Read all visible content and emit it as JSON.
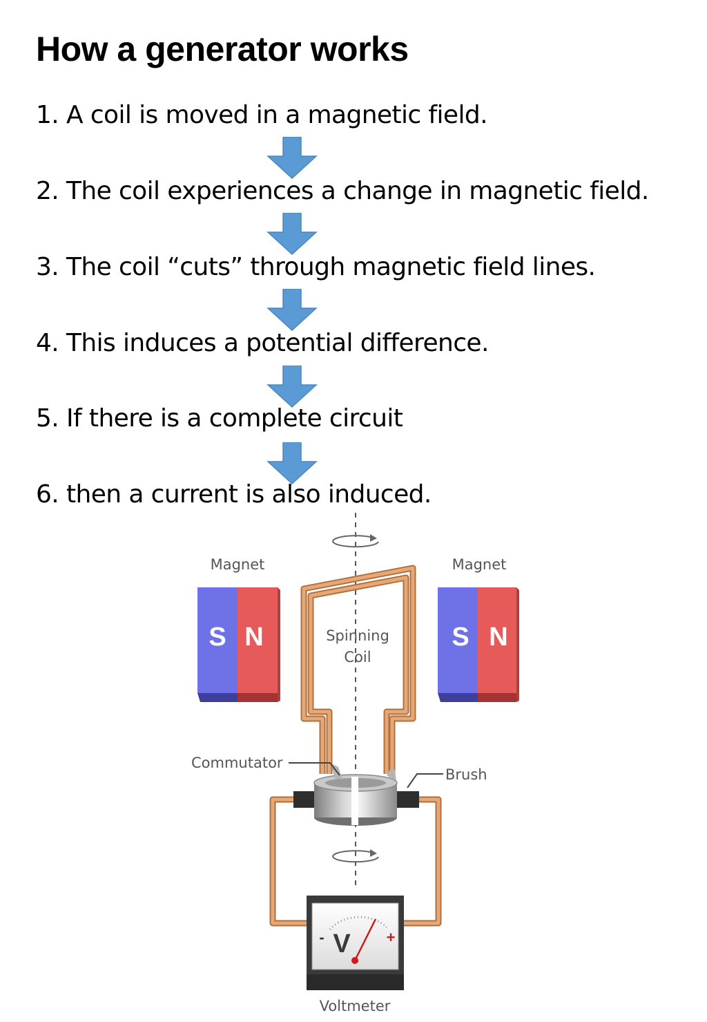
{
  "title": "How a generator works",
  "steps": [
    "1. A coil is moved in a magnetic field.",
    "2. The coil experiences a change in magnetic field.",
    "3. The coil “cuts” through magnetic field lines.",
    "4. This induces a potential difference.",
    "5. If there is a complete circuit",
    "6. then a current is also induced."
  ],
  "diagram": {
    "magnet_left": {
      "label": "Magnet",
      "south": "S",
      "north": "N"
    },
    "magnet_right": {
      "label": "Magnet",
      "south": "S",
      "north": "N"
    },
    "coil_label_line1": "Spinning",
    "coil_label_line2": "Coil",
    "commutator_label": "Commutator",
    "brush_label": "Brush",
    "voltmeter": {
      "label": "Voltmeter",
      "symbol": "V",
      "minus": "-",
      "plus": "+"
    }
  },
  "colors": {
    "arrow": "#5b9bd5",
    "south_pole": "#6e72e6",
    "north_pole": "#e65a5a",
    "wire": "#d4935e"
  }
}
